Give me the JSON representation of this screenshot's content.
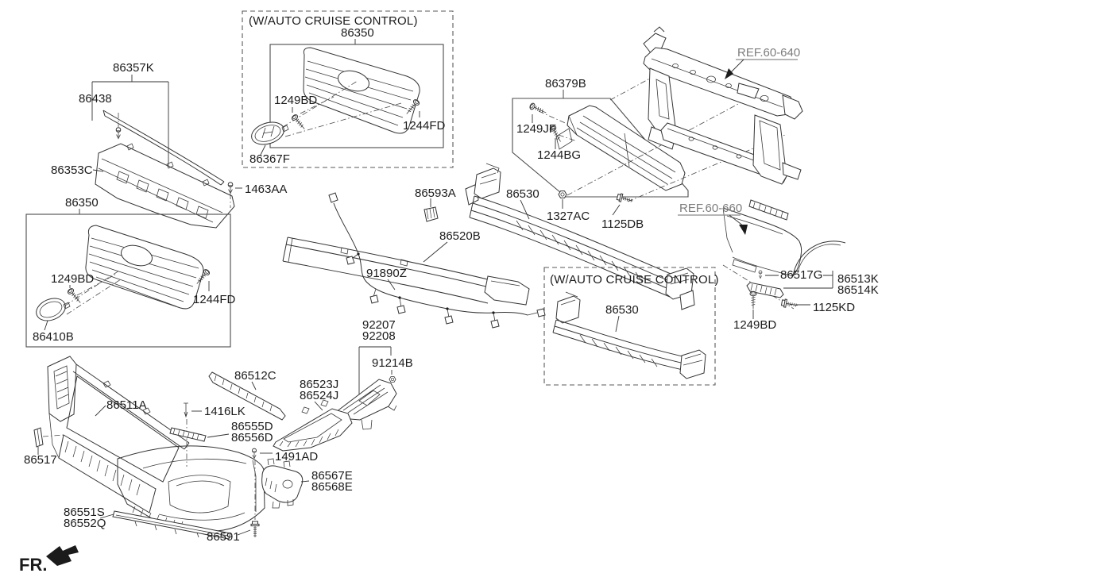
{
  "diagram": {
    "note_auto_cruise": "(W/AUTO CRUISE CONTROL)",
    "fr_label": "FR.",
    "refs": {
      "r640": "REF.60-640",
      "r660": "REF.60-660"
    },
    "parts": {
      "p86357K": "86357K",
      "p86438": "86438",
      "p86353C": "86353C",
      "p1463AA": "1463AA",
      "p86350": "86350",
      "p1249BD": "1249BD",
      "p1244FD": "1244FD",
      "p86410B": "86410B",
      "p86367F": "86367F",
      "p86379B": "86379B",
      "p1249JF": "1249JF",
      "p1244BG": "1244BG",
      "p86530": "86530",
      "p1327AC": "1327AC",
      "p1125DB": "1125DB",
      "p86593A": "86593A",
      "p86520B": "86520B",
      "p91890Z": "91890Z",
      "p92207": "92207",
      "p92208": "92208",
      "p91214B": "91214B",
      "p86517G": "86517G",
      "p86513K": "86513K",
      "p86514K": "86514K",
      "p1125KD": "1125KD",
      "p86511A": "86511A",
      "p86517": "86517",
      "p86512C": "86512C",
      "p1416LK": "1416LK",
      "p86555D": "86555D",
      "p86556D": "86556D",
      "p86523J": "86523J",
      "p86524J": "86524J",
      "p1491AD": "1491AD",
      "p86567E": "86567E",
      "p86568E": "86568E",
      "p86551S": "86551S",
      "p86552Q": "86552Q",
      "p86591": "86591"
    },
    "colors": {
      "line": "#333333",
      "label": "#1b1b1b",
      "ref": "#7c7c7c",
      "background": "#ffffff"
    }
  }
}
